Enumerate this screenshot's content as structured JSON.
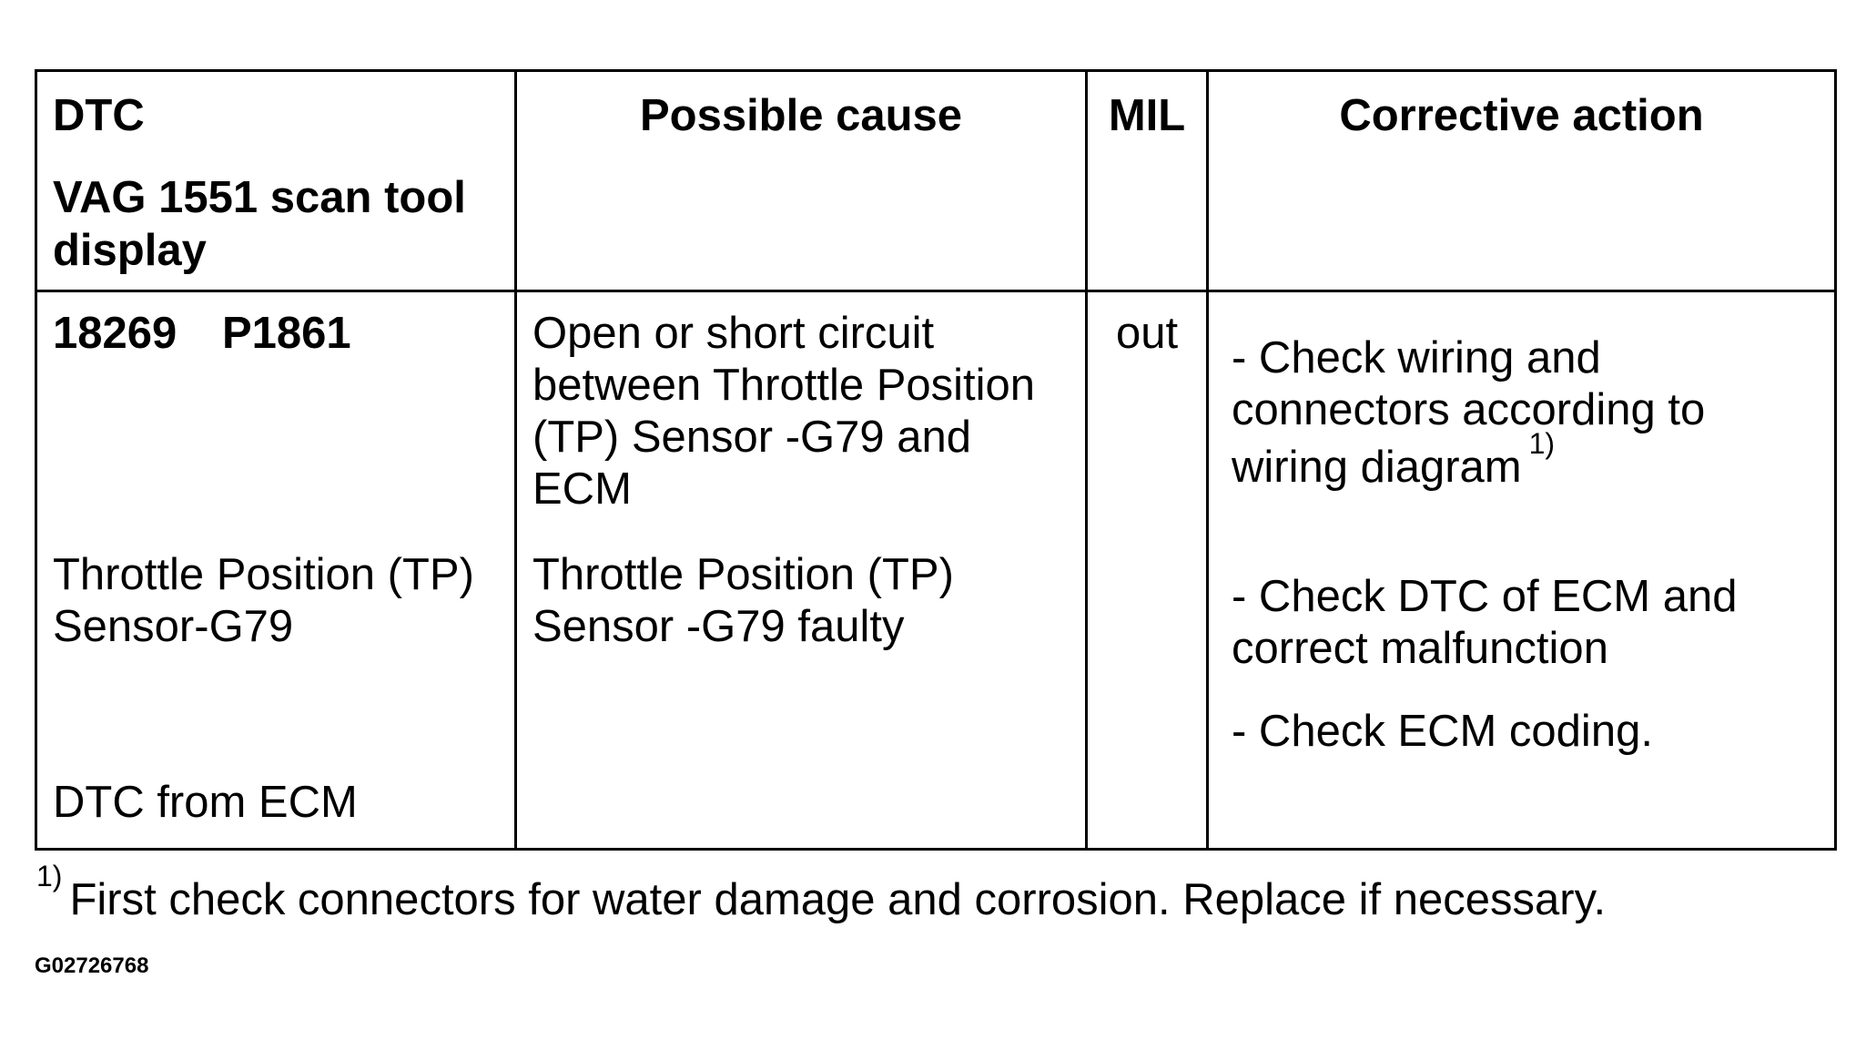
{
  "table": {
    "headers": {
      "dtc": "DTC",
      "dtc_sub_line1": "VAG 1551 scan tool",
      "dtc_sub_line2": "display",
      "cause": "Possible cause",
      "mil": "MIL",
      "action": "Corrective action"
    },
    "row": {
      "dtc_code_vag": "18269",
      "dtc_code_obd": "P1861",
      "dtc_desc_line1": "Throttle Position (TP)",
      "dtc_desc_line2": "Sensor-G79",
      "dtc_source": "DTC from ECM",
      "cause1_line1": "Open or short circuit",
      "cause1_line2": "between Throttle Position",
      "cause1_line3": "(TP) Sensor -G79 and",
      "cause1_line4": "ECM",
      "cause2_line1": "Throttle Position (TP)",
      "cause2_line2": "Sensor -G79 faulty",
      "mil": "out",
      "action1_line1": "- Check wiring and",
      "action1_line2": "connectors according to",
      "action1_line3": "wiring diagram",
      "action1_footnote_mark": "1)",
      "action2_line1": "- Check DTC of ECM and",
      "action2_line2": "correct malfunction",
      "action3": "- Check ECM coding."
    }
  },
  "footnote": {
    "mark": "1)",
    "text": "First check connectors for water damage and corrosion. Replace if necessary."
  },
  "image_id": "G02726768"
}
